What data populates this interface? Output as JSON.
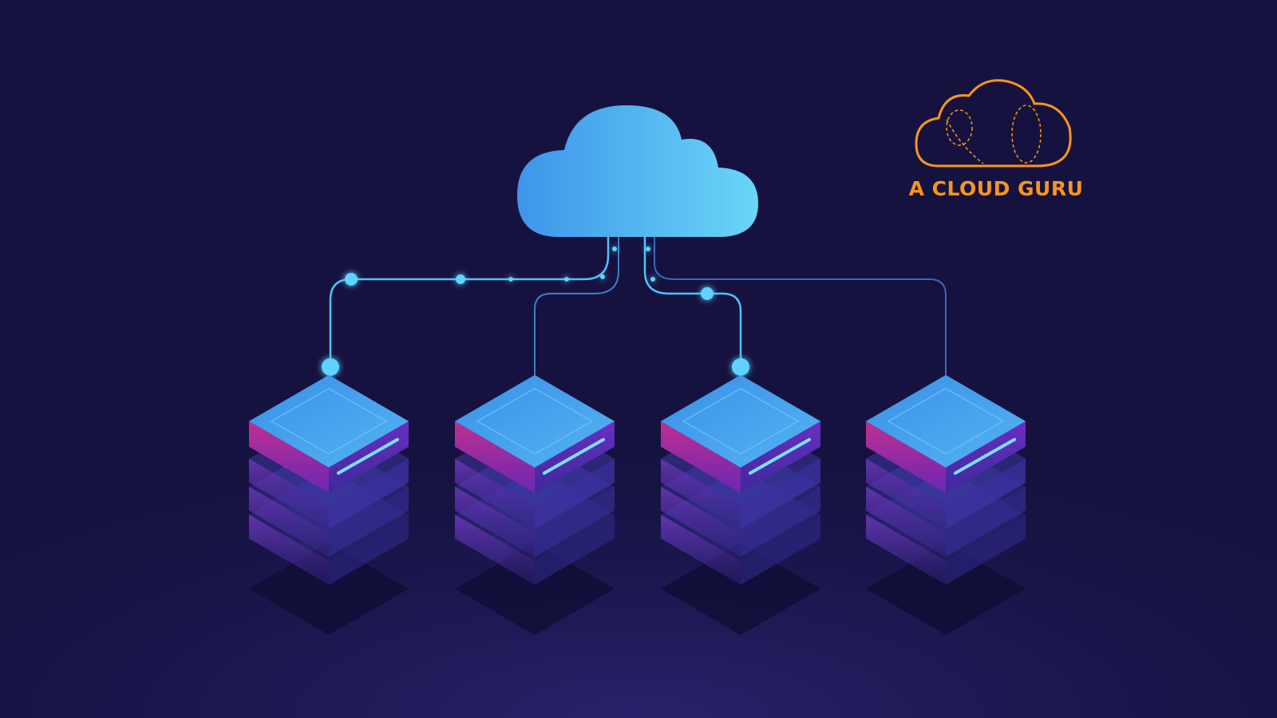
{
  "brand": {
    "name": "A CLOUD GURU",
    "color": "#f7951d"
  },
  "illustration": {
    "subject": "cloud-server-network",
    "background_color": "#16123f",
    "server_count": 4,
    "cloud_color": "#4fb6ee",
    "server_top_color": "#3a8fe8",
    "server_side_color": "#7a2fc0",
    "connector_color": "#4fc3f7"
  }
}
